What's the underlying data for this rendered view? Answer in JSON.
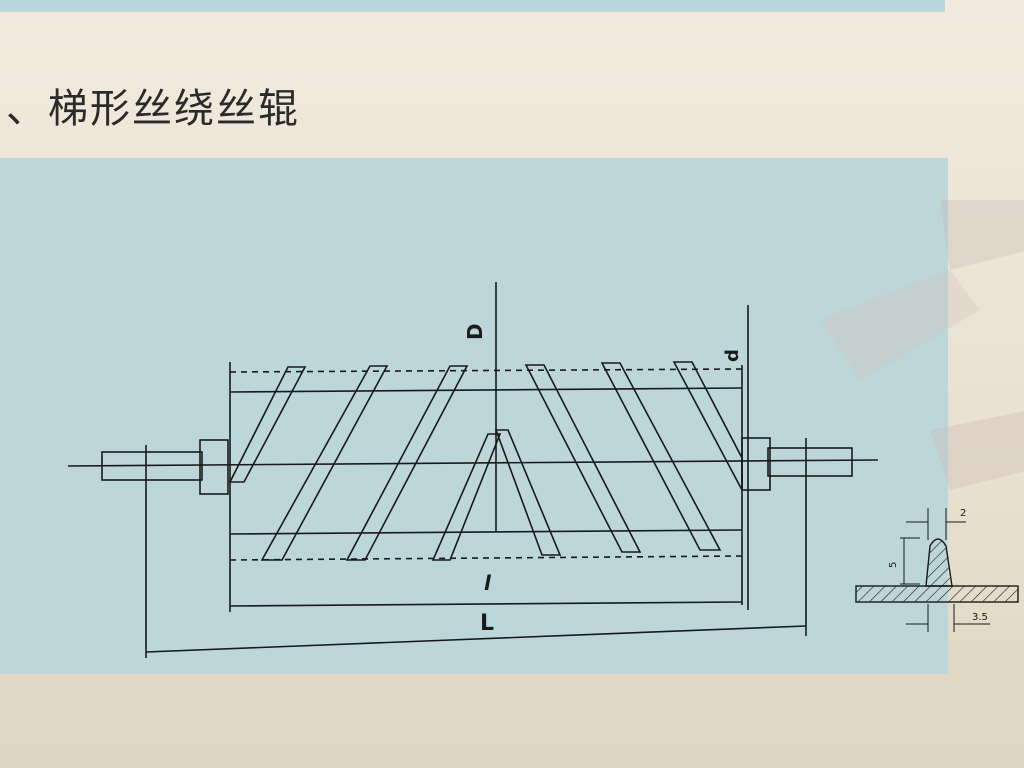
{
  "header": {
    "title": "、梯形丝绕丝辊"
  },
  "diagram": {
    "labels": {
      "D": "D",
      "d": "d",
      "l": "l",
      "L": "L"
    },
    "detail": {
      "dim_top": "2",
      "dim_side": "5",
      "dim_bottom": "3.5"
    }
  }
}
